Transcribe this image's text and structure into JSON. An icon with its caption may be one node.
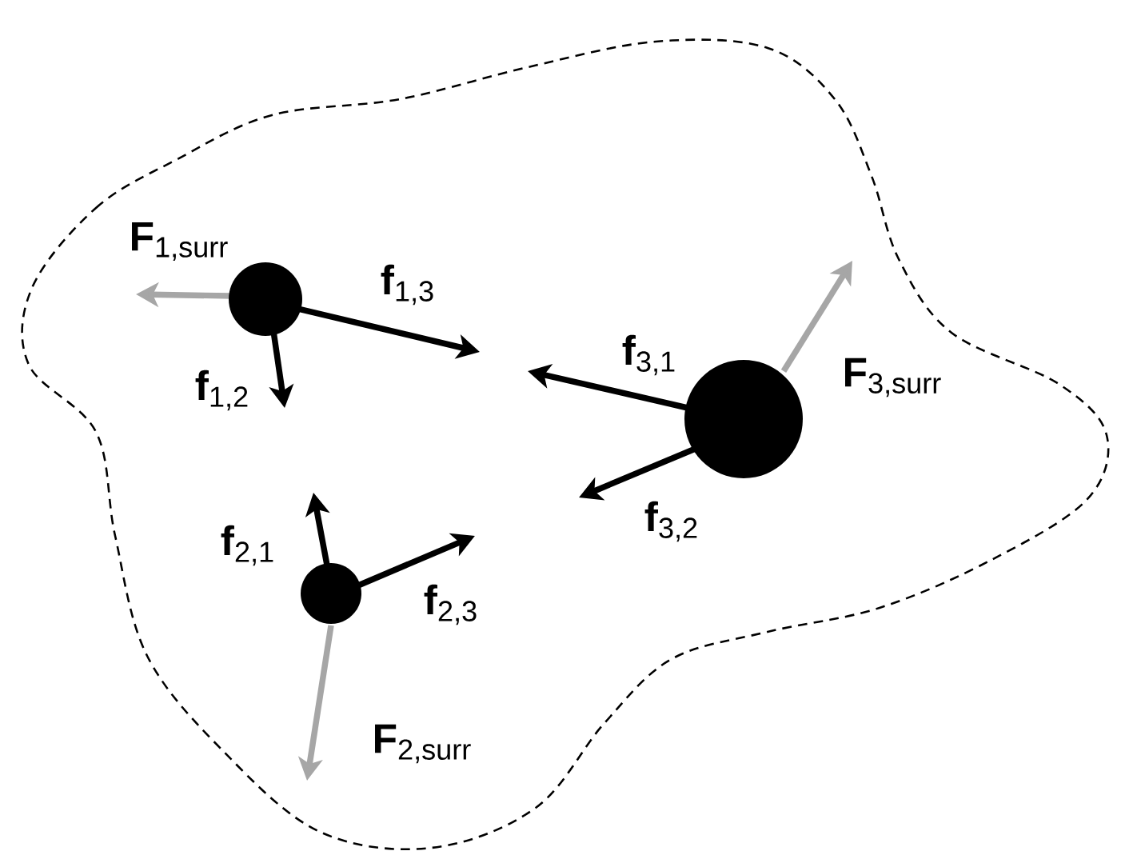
{
  "diagram": {
    "labels": [
      "**F**$_{1,surr}$",
      "**f**$_{1,3}$",
      "**f**$_{3,1}$",
      "**F**$_{3,surr}$",
      "**f**$_{1,2}$",
      "**f**$_{3,2}$",
      "**f**$_{2,1}$",
      "**f**$_{2,3}$",
      "**F**$_{2,surr}$"
    ]
  }
}
